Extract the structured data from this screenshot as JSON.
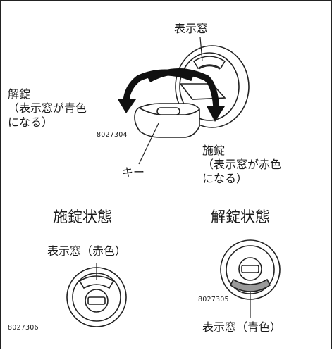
{
  "top": {
    "window_label": "表示窓",
    "unlock_label": [
      "解錠",
      "（表示窓が青色",
      "になる）"
    ],
    "lock_label": [
      "施錠",
      "（表示窓が赤色",
      "になる）"
    ],
    "key_label": "キー",
    "figure_code": "8027304"
  },
  "bottom_left": {
    "heading": "施錠状態",
    "window_label": "表示窓（赤色）",
    "figure_code": "8027306",
    "indicator_color": "#ffffff"
  },
  "bottom_right": {
    "heading": "解錠状態",
    "window_label": "表示窓（青色）",
    "figure_code": "8027305",
    "indicator_color": "#9a9a9a"
  }
}
